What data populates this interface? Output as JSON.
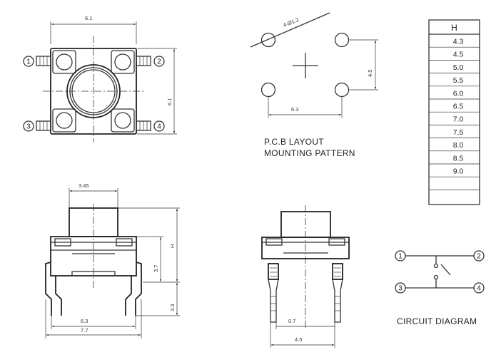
{
  "top_view": {
    "width_dim": "6.1",
    "height_dim": "6.1",
    "pins": [
      "1",
      "2",
      "3",
      "4"
    ]
  },
  "pcb": {
    "hole_dim": "4-Ø1.2",
    "h_dim": "6.3",
    "v_dim": "4.5",
    "caption_line1": "P.C.B  LAYOUT",
    "caption_line2": "MOUNTING PATTERN"
  },
  "height_table": {
    "header": "H",
    "rows": [
      "4.3",
      "4.5",
      "5.0",
      "5.5",
      "6.0",
      "6.5",
      "7.0",
      "7.5",
      "8.0",
      "8.5",
      "9.0"
    ]
  },
  "front_view": {
    "top_dim": "3.45",
    "h_label": "H",
    "dim_3_7": "3.7",
    "dim_3_3": "3.3",
    "dim_6_3": "6.3",
    "dim_7_7": "7.7"
  },
  "side_view": {
    "dim_0_7": "0.7",
    "dim_4_5": "4.5"
  },
  "circuit": {
    "pins": [
      "1",
      "2",
      "3",
      "4"
    ],
    "caption": "CIRCUIT  DIAGRAM"
  }
}
